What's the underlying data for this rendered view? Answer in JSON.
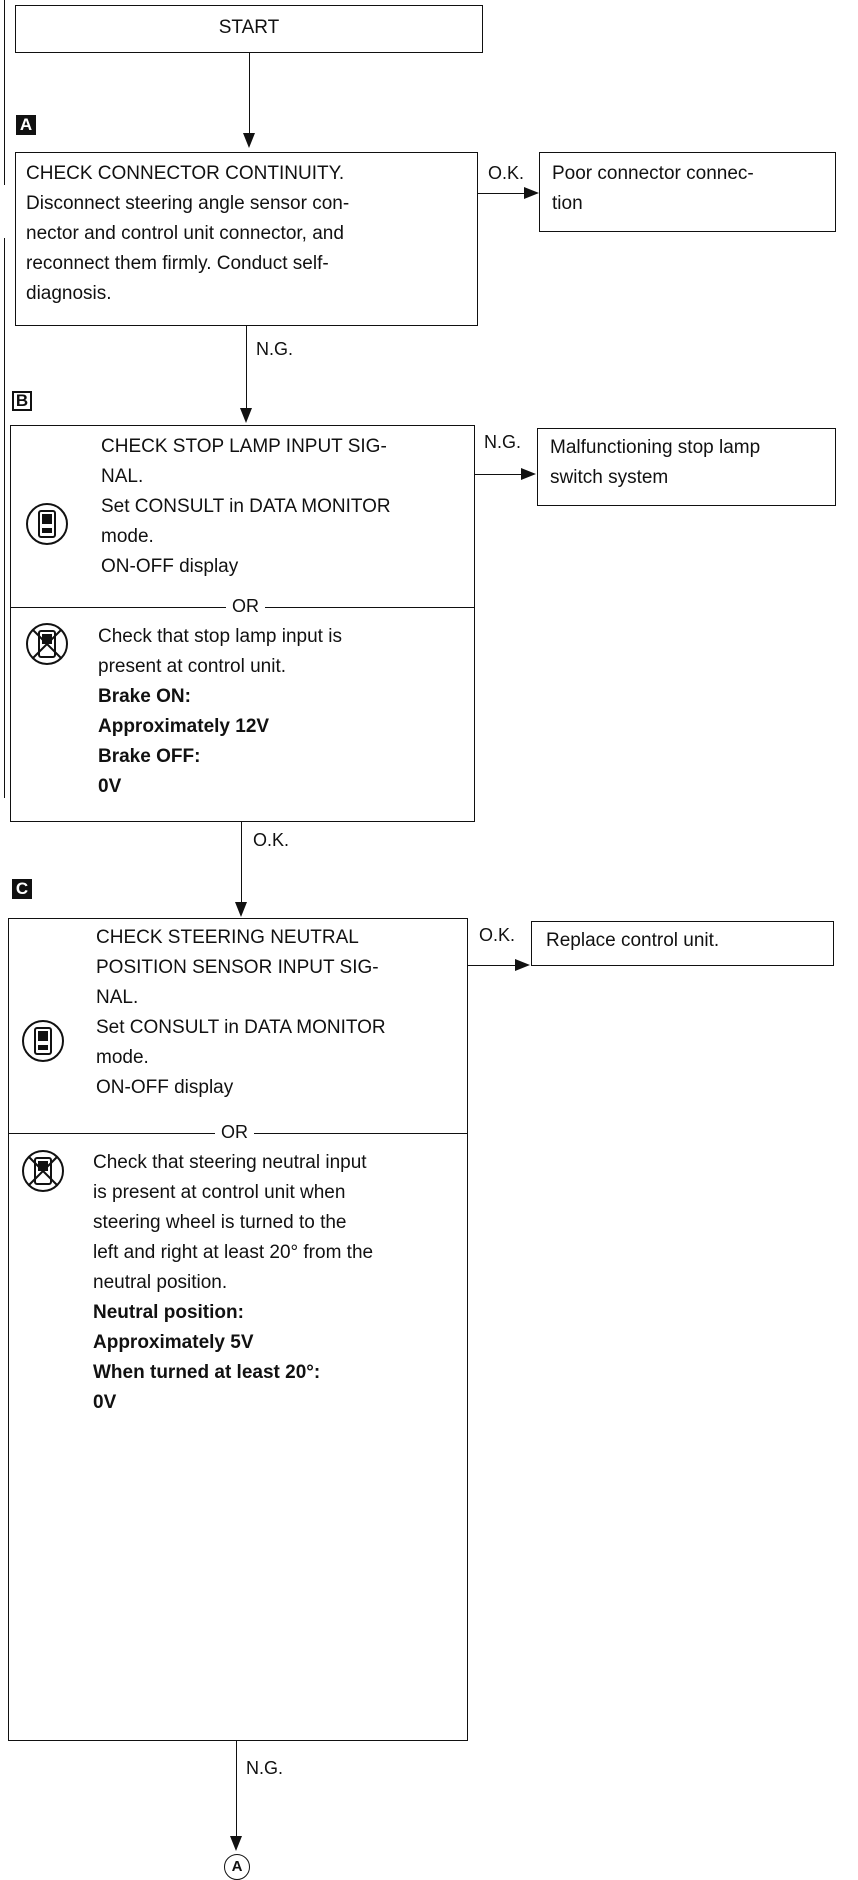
{
  "start": {
    "label": "START"
  },
  "steps": [
    {
      "tag": "A",
      "lines": [
        "CHECK CONNECTOR CONTINUITY.",
        "Disconnect steering angle sensor con-",
        "nector and control unit connector, and",
        "reconnect them firmly. Conduct self-",
        "diagnosis."
      ],
      "right_label": "O.K.",
      "right_lines": [
        "Poor connector connec-",
        "tion"
      ],
      "down_label": "N.G."
    },
    {
      "tag": "B",
      "consult_lines": [
        "CHECK STOP LAMP INPUT SIG-",
        "NAL.",
        "Set CONSULT in DATA MONITOR",
        "mode.",
        "ON-OFF display"
      ],
      "or": "OR",
      "manual_lines": [
        "Check that stop lamp input is",
        "present at control unit."
      ],
      "manual_bold": [
        "Brake ON:",
        "Approximately 12V",
        "Brake OFF:",
        "0V"
      ],
      "right_label": "N.G.",
      "right_lines": [
        "Malfunctioning stop lamp",
        "switch system"
      ],
      "down_label": "O.K."
    },
    {
      "tag": "C",
      "consult_lines": [
        "CHECK STEERING NEUTRAL",
        "POSITION SENSOR INPUT SIG-",
        "NAL.",
        "Set CONSULT in DATA MONITOR",
        "mode.",
        "ON-OFF display"
      ],
      "or": "OR",
      "manual_lines": [
        "Check that steering neutral input",
        "is present at control unit when",
        "steering wheel is turned to the",
        "left and right at least 20° from the",
        "neutral position."
      ],
      "manual_bold": [
        "Neutral position:",
        "Approximately 5V",
        "When turned at least 20°:",
        "0V"
      ],
      "right_label": "O.K.",
      "right_lines": [
        "Replace control unit."
      ],
      "down_label": "N.G."
    }
  ],
  "end_ref": "A",
  "icons": {
    "consult": "consult-tester-icon",
    "no_consult": "no-consult-tester-icon"
  }
}
